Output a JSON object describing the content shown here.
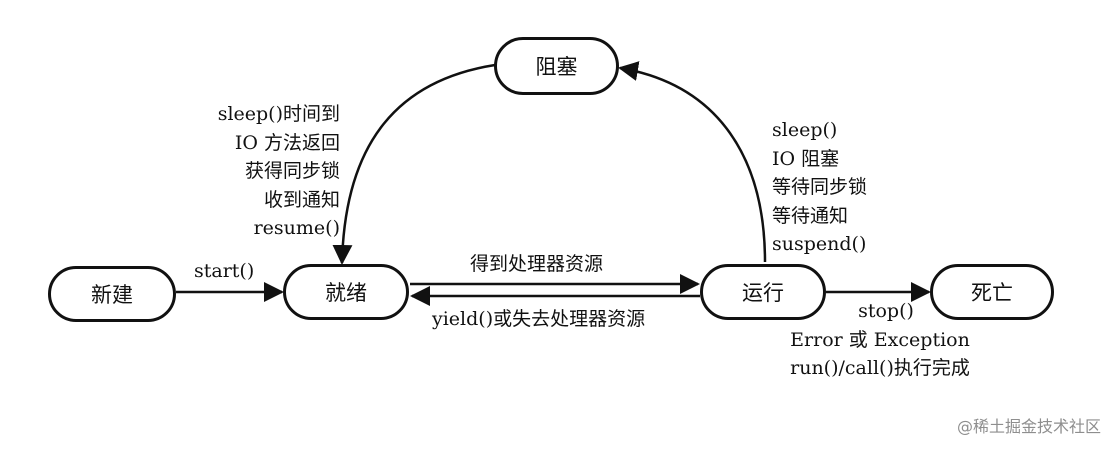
{
  "states": {
    "new": "新建",
    "ready": "就绪",
    "running": "运行",
    "blocked": "阻塞",
    "dead": "死亡"
  },
  "transitions": {
    "start": "start()",
    "get_cpu": "得到处理器资源",
    "yield": "yield()或失去处理器资源",
    "to_blocked": [
      "sleep()",
      "IO 阻塞",
      "等待同步锁",
      "等待通知",
      "suspend()"
    ],
    "to_ready": [
      "sleep()时间到",
      "IO 方法返回",
      "获得同步锁",
      "收到通知",
      "resume()"
    ],
    "to_dead": [
      "stop()",
      "Error 或 Exception",
      "run()/call()执行完成"
    ]
  },
  "watermark": "@稀土掘金技术社区"
}
